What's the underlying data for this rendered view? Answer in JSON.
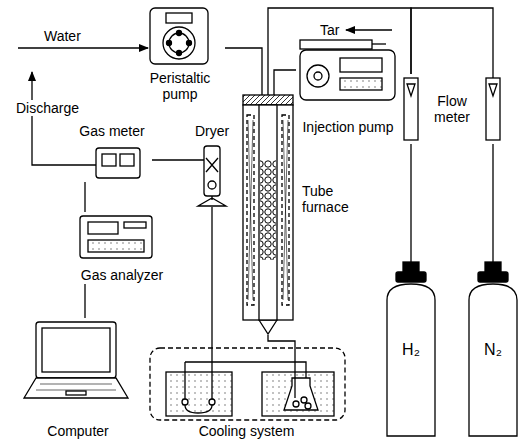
{
  "diagram": {
    "nodes": [
      {
        "text": [
          "Peristaltic pump"
        ]
      },
      {
        "text": [
          "Tube furnace"
        ]
      },
      {
        "text": [
          "Injection pump"
        ]
      },
      {
        "text": [
          "Flow meter"
        ]
      },
      {
        "text": [
          "H₂"
        ]
      },
      {
        "text": [
          "N₂"
        ]
      },
      {
        "text": [
          "Gas meter"
        ]
      },
      {
        "text": [
          "Dryer"
        ]
      },
      {
        "text": [
          "Gas analyzer"
        ]
      },
      {
        "text": [
          "Computer"
        ]
      },
      {
        "text": [
          "Cooling system"
        ]
      }
    ],
    "edges": [
      {
        "from": 0,
        "to": 1,
        "arrow": "none"
      },
      {
        "from": 2,
        "to": 1,
        "arrow": "none"
      },
      {
        "from": 3,
        "to": 1,
        "arrow": "none"
      },
      {
        "from": 4,
        "to": 3,
        "arrow": "none"
      },
      {
        "from": 5,
        "to": 3,
        "arrow": "none"
      },
      {
        "from": 1,
        "to": 10,
        "arrow": "none"
      },
      {
        "from": 10,
        "to": 7,
        "arrow": "none"
      },
      {
        "from": 7,
        "to": 6,
        "arrow": "none"
      },
      {
        "from": 6,
        "to": 8,
        "arrow": "none"
      },
      {
        "from": 8,
        "to": 9,
        "arrow": "none"
      }
    ],
    "labels": [
      "Water",
      "Tar",
      "Discharge"
    ]
  }
}
